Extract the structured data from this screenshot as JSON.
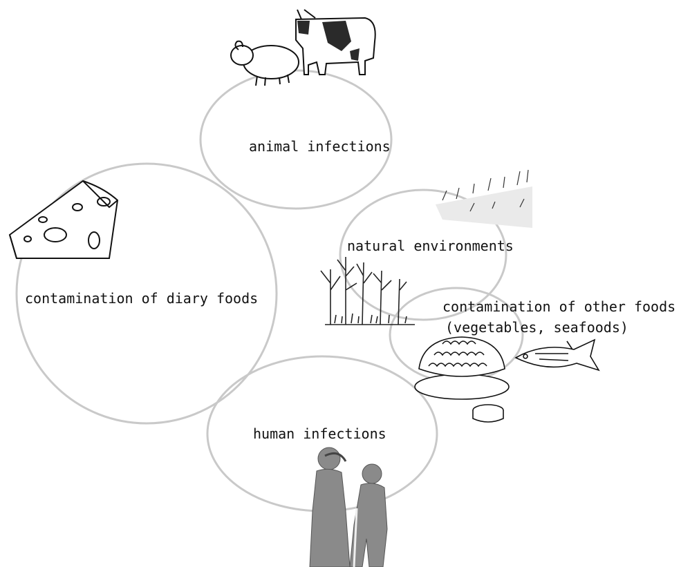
{
  "labels": {
    "animal": "animal infections",
    "environment": "natural environments",
    "dairy": "contamination of diary foods",
    "other_foods_line1": "contamination of other foods",
    "other_foods_line2": "(vegetables, seafoods)",
    "human": "human infections"
  },
  "colors": {
    "ellipse_stroke": "#c9c9c9",
    "ink": "#111111",
    "cow_patch": "#2a2a2a",
    "figure_fill": "#8a8a8a"
  },
  "icons": [
    "sheep-icon",
    "cow-icon",
    "cheese-icon",
    "grass-icon",
    "trees-icon",
    "salad-bowl-icon",
    "fish-icon",
    "elderly-people-icon"
  ]
}
